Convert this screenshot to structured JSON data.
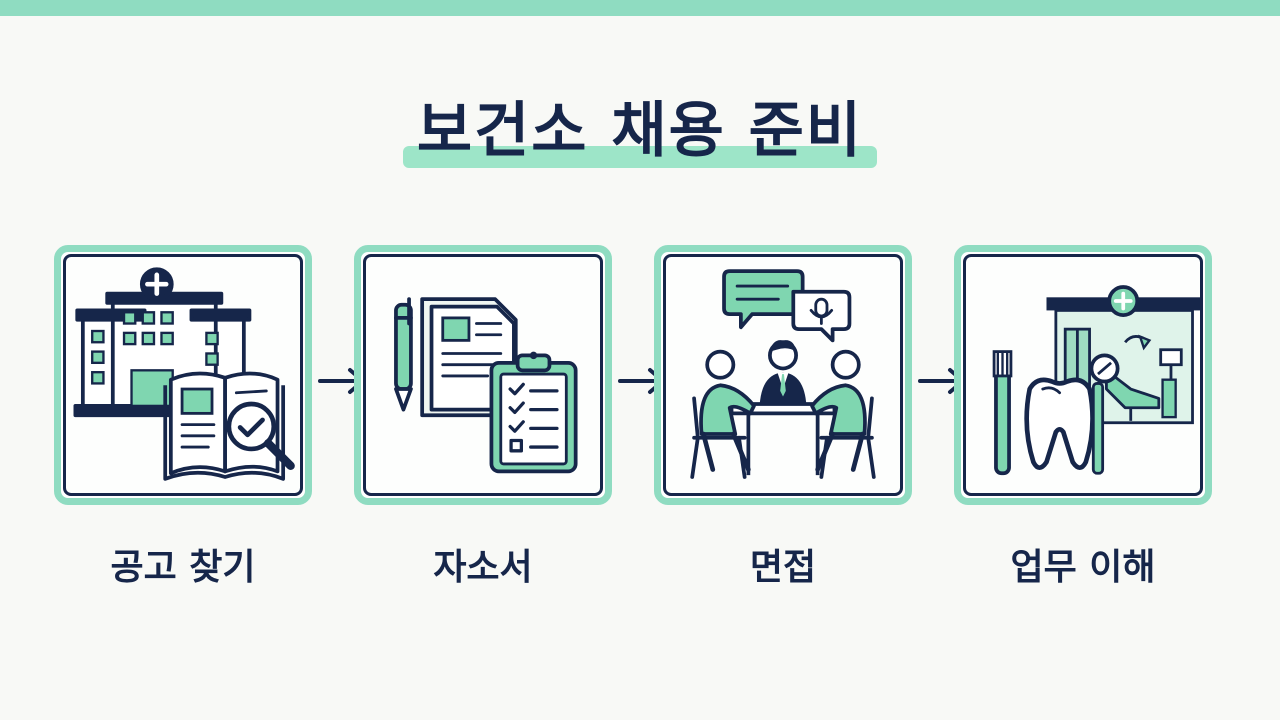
{
  "title": "보건소 채용 준비",
  "steps": [
    {
      "label": "공고 찾기",
      "icon": "hospital-with-job-posting-magnifier-icon"
    },
    {
      "label": "자소서",
      "icon": "documents-clipboard-checklist-pen-icon"
    },
    {
      "label": "면접",
      "icon": "interview-table-speech-bubbles-icon"
    },
    {
      "label": "업무 이해",
      "icon": "dental-clinic-tooth-toothbrush-icon"
    }
  ],
  "colors": {
    "accent": "#8fdcc1",
    "accent_fill": "#7fd6b0",
    "navy": "#16264a",
    "background": "#f8f9f6"
  }
}
